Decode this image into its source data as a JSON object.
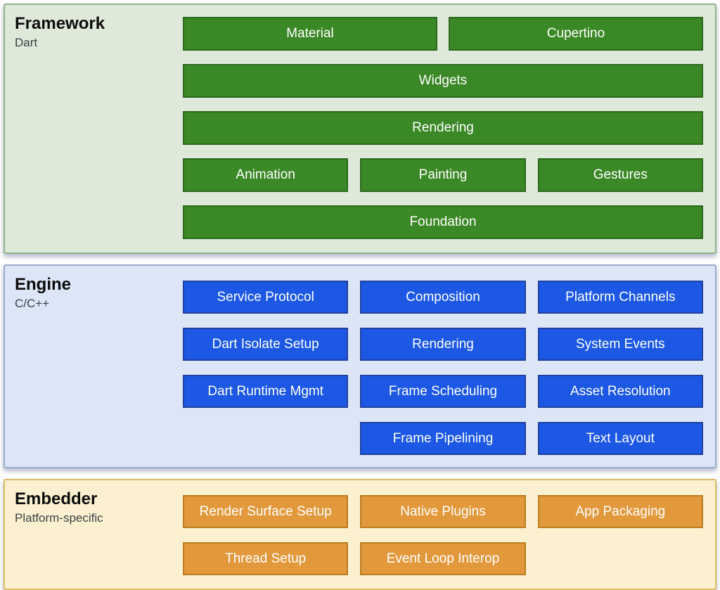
{
  "framework": {
    "title": "Framework",
    "subtitle": "Dart",
    "boxes": {
      "material": "Material",
      "cupertino": "Cupertino",
      "widgets": "Widgets",
      "rendering": "Rendering",
      "animation": "Animation",
      "painting": "Painting",
      "gestures": "Gestures",
      "foundation": "Foundation"
    }
  },
  "engine": {
    "title": "Engine",
    "subtitle": "C/C++",
    "boxes": {
      "service_protocol": "Service Protocol",
      "composition": "Composition",
      "platform_channels": "Platform Channels",
      "dart_isolate_setup": "Dart Isolate Setup",
      "rendering": "Rendering",
      "system_events": "System Events",
      "dart_runtime_mgmt": "Dart Runtime Mgmt",
      "frame_scheduling": "Frame Scheduling",
      "asset_resolution": "Asset Resolution",
      "frame_pipelining": "Frame Pipelining",
      "text_layout": "Text Layout"
    }
  },
  "embedder": {
    "title": "Embedder",
    "subtitle": "Platform-specific",
    "boxes": {
      "render_surface_setup": "Render Surface Setup",
      "native_plugins": "Native Plugins",
      "app_packaging": "App Packaging",
      "thread_setup": "Thread Setup",
      "event_loop_interop": "Event Loop Interop"
    }
  },
  "colors": {
    "framework_bg": "#dfe9da",
    "framework_border": "#8db586",
    "green_box": "#3b8827",
    "green_box_border": "#2c691c",
    "engine_bg": "#dde6f6",
    "engine_border": "#99aacd",
    "blue_box": "#1c58e3",
    "blue_box_border": "#20409f",
    "embedder_bg": "#fbf1d0",
    "embedder_border": "#dabb66",
    "orange_box": "#e2993c",
    "orange_box_border": "#bc7c20",
    "box_text": "#ffffff"
  }
}
